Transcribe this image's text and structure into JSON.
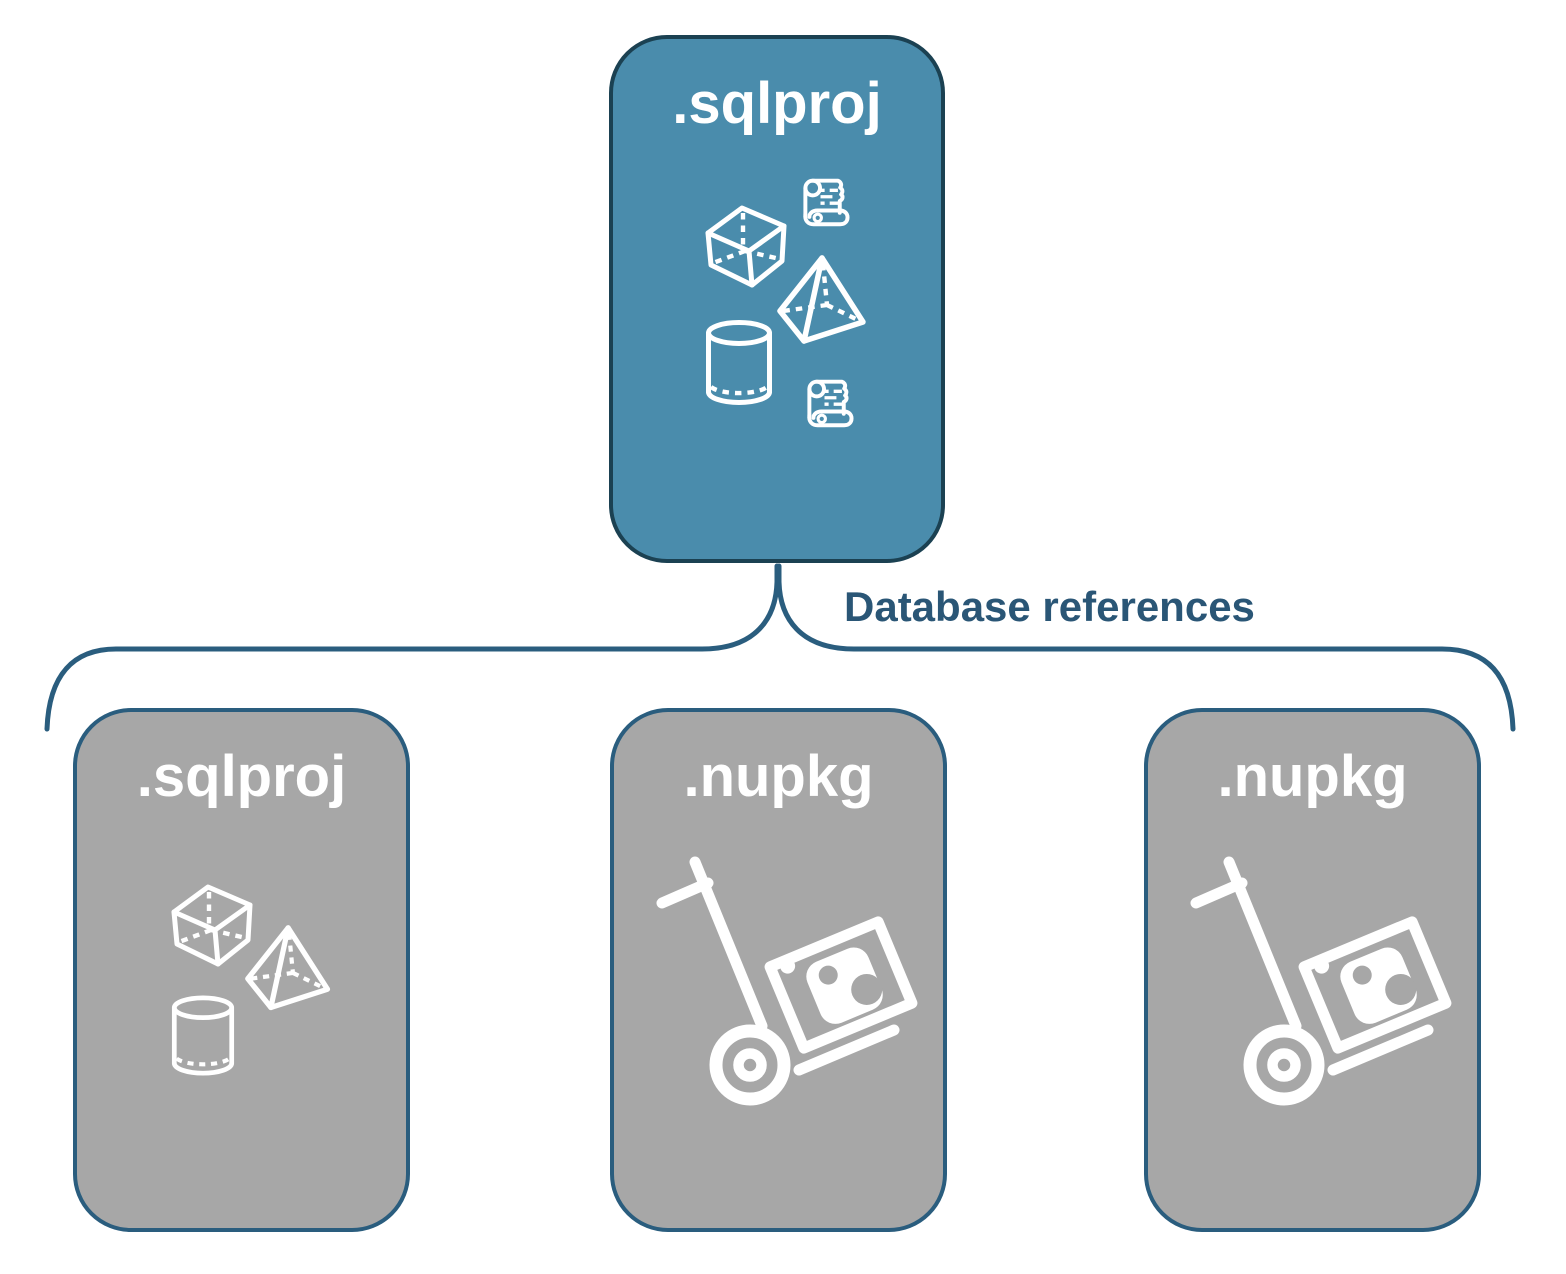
{
  "diagram": {
    "root_card": {
      "label": ".sqlproj",
      "icons": [
        "scroll-icon",
        "cube-icon",
        "pyramid-icon",
        "cylinder-icon",
        "scroll-icon"
      ]
    },
    "connector": {
      "label": "Database references"
    },
    "child_cards": [
      {
        "label": ".sqlproj",
        "icons": [
          "cube-icon",
          "pyramid-icon",
          "cylinder-icon"
        ]
      },
      {
        "label": ".nupkg",
        "icons": [
          "nuget-dolly-icon"
        ]
      },
      {
        "label": ".nupkg",
        "icons": [
          "nuget-dolly-icon"
        ]
      }
    ],
    "colors": {
      "root_fill": "#4a8cac",
      "root_border": "#1b4152",
      "child_fill": "#a7a7a7",
      "child_border": "#2a5d7e",
      "connector": "#2a5d7e",
      "connector_label_color": "#2a5676",
      "title_color": "#ffffff",
      "icon_color": "#ffffff"
    }
  }
}
